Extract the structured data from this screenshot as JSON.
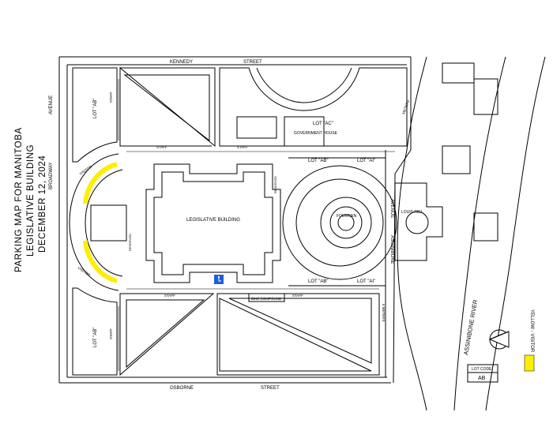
{
  "title": {
    "line1": "PARKING MAP FOR MANITOBA",
    "line2": "LEGISLATIVE BUILDING",
    "line3": "DECEMBER 12, 2024"
  },
  "streets": {
    "north_a": "KENNEDY",
    "north_b": "STREET",
    "south_a": "OSBORNE",
    "south_b": "STREET",
    "west_a": "AVENUE",
    "west_b": "BROADWAY",
    "east_a": "AVENUE",
    "east_b": "ASSINIBONE"
  },
  "river": "ASSINIBONE RIVER",
  "buildings": {
    "legislative": "LEGISLATIVE BUILDING",
    "government_house": "GOVERNMENT HOUSE",
    "fountain": "FOUNTAIN",
    "louis_riel": "LOUIS RIEL",
    "bike_compound": "BIKE COMPOUND"
  },
  "lots": {
    "ab_nw": "LOT \"AB\"",
    "ab_sw": "LOT \"AB\"",
    "ab_ne": "LOT \"AB\"",
    "ab_se": "LOT \"AB\"",
    "ac": "LOT \"AC\"",
    "ai_n": "LOT \"AI\"",
    "ai_s": "LOT \"AI\""
  },
  "labels": {
    "staff": "STAFF",
    "visitor": "VISITOR",
    "reserved": "RESERVED",
    "meters": "METERS",
    "six_meters": "6 METERS"
  },
  "legend": {
    "lot_code_label": "LOT CODE",
    "lot_code_value": "AB",
    "yellow_meaning": "YELLOW - VISITOR",
    "yellow_color": "#ffee00"
  },
  "colors": {
    "line": "#000000",
    "visitor": "#ffee00",
    "accessible": "#1f5fd6"
  },
  "icons": [
    "north-arrow-icon",
    "accessible-parking-icon"
  ]
}
